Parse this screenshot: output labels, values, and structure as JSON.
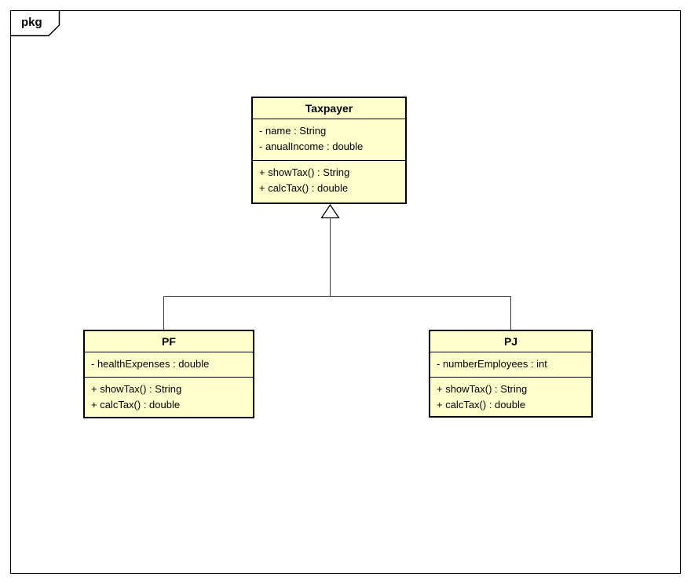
{
  "frame": {
    "label": "pkg"
  },
  "colors": {
    "background": "#FFFFFF",
    "class_fill": "#FFFFCC",
    "class_border": "#000000",
    "connector_line": "#3C3C3C",
    "generalization_triangle_fill": "#FFFFFF"
  },
  "classes": [
    {
      "id": "taxpayer",
      "name": "Taxpayer",
      "attributes": [
        "- name : String",
        "- anualIncome : double"
      ],
      "methods": [
        "+ showTax() : String",
        "+ calcTax() : double"
      ]
    },
    {
      "id": "pf",
      "name": "PF",
      "attributes": [
        "- healthExpenses : double"
      ],
      "methods": [
        "+ showTax() : String",
        "+ calcTax() : double"
      ]
    },
    {
      "id": "pj",
      "name": "PJ",
      "attributes": [
        "- numberEmployees : int"
      ],
      "methods": [
        "+ showTax() : String",
        "+ calcTax() : double"
      ]
    }
  ],
  "relationships": [
    {
      "type": "generalization",
      "from": "PF",
      "to": "Taxpayer"
    },
    {
      "type": "generalization",
      "from": "PJ",
      "to": "Taxpayer"
    }
  ]
}
